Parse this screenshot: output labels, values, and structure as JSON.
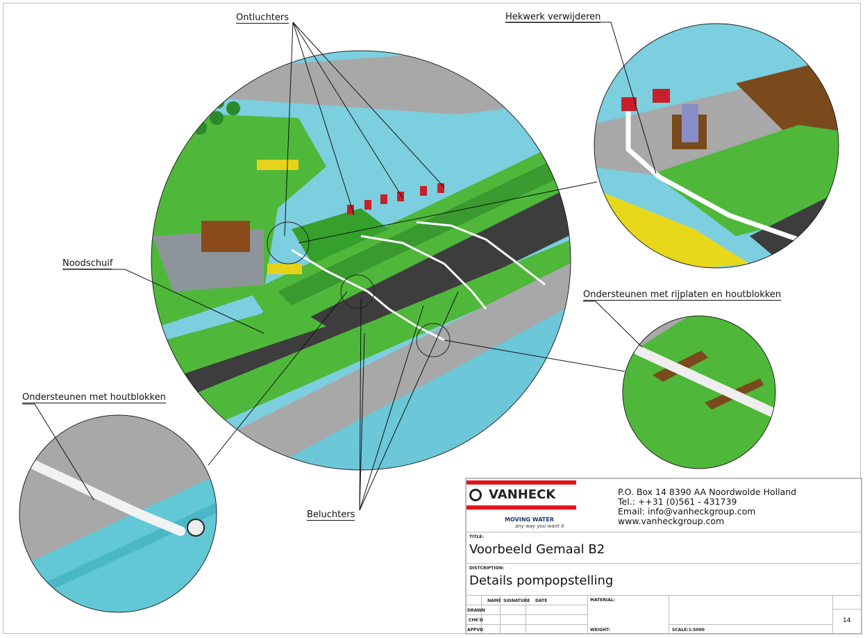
{
  "labels": {
    "ontluchters": "Ontluchters",
    "hekwerk": "Hekwerk verwijderen",
    "noodschuif": "Noodschuif",
    "rijplaten": "Ondersteunen met rijplaten en houtblokken",
    "houtblokken": "Ondersteunen met houtblokken",
    "beluchters": "Beluchters"
  },
  "title_block": {
    "logo_text": "VANHECK",
    "slogan": "MOVING WATER",
    "tagline": "any way you want it",
    "address": "P.O. Box 14 8390 AA Noordwolde Holland",
    "tel": "Tel.:  ++31 (0)561 - 431739",
    "email": "Email: info@vanheckgroup.com",
    "website": "www.vanheckgroup.com",
    "title_label": "TITLE:",
    "title": "Voorbeeld Gemaal B2",
    "description_label": "DISTCRIPTION:",
    "description": "Details pompopstelling",
    "col_name": "NAME",
    "col_signature": "SIGNATURE",
    "col_date": "DATE",
    "row_drawn": "DRAWN",
    "row_chkd": "CHK'D",
    "row_appvd": "APPVD",
    "material_label": "MATERIAL:",
    "weight_label": "WEIGHT:",
    "scale": "SCALE:1:5000",
    "sheet": "14"
  },
  "colors": {
    "grass": "#4fb83a",
    "water": "#7ccfdf",
    "gravel": "#3a3a3a",
    "concrete": "#a8a8a8",
    "brand_red": "#e2141c"
  }
}
